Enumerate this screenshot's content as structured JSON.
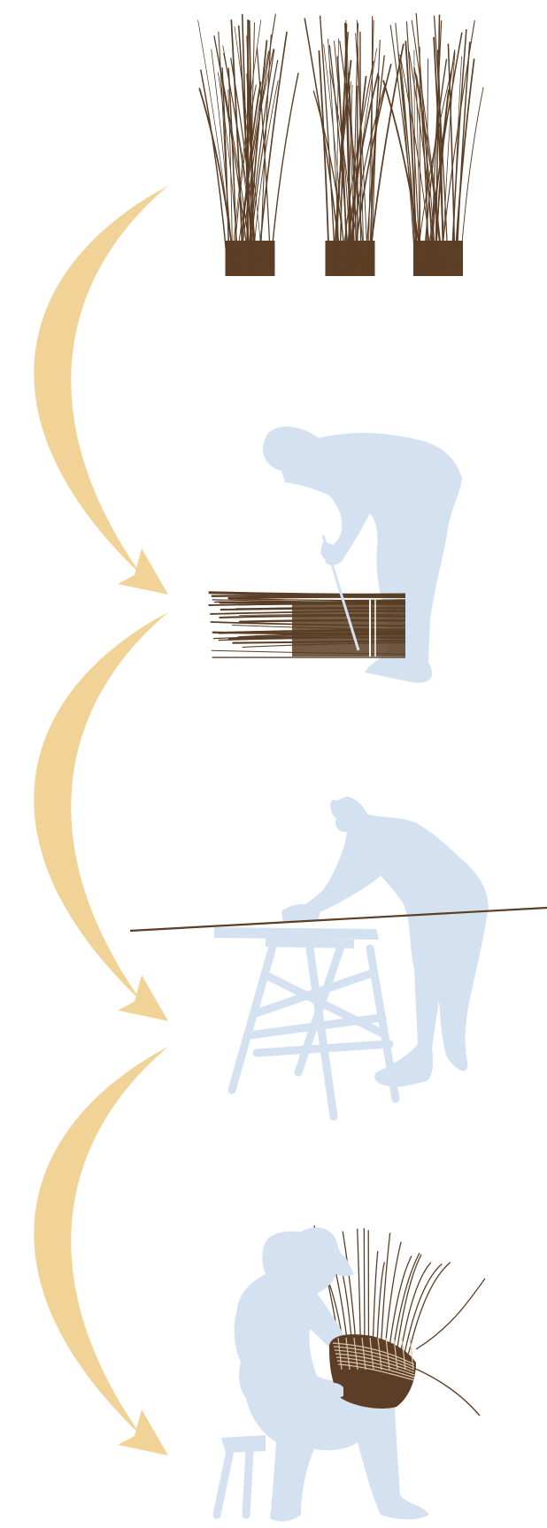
{
  "diagram": {
    "steps": [
      {
        "name": "growing-willow",
        "figure": "willow-clumps-icon"
      },
      {
        "name": "harvesting",
        "figure": "cutting-bundle-icon"
      },
      {
        "name": "preparing",
        "figure": "workbench-rod-icon"
      },
      {
        "name": "weaving",
        "figure": "basket-weaving-icon"
      }
    ],
    "arrows": 3,
    "colors": {
      "arrow": "#f1d397",
      "figure": "#d3e1f0",
      "willow": "#5b3e25",
      "background": "#ffffff"
    }
  }
}
